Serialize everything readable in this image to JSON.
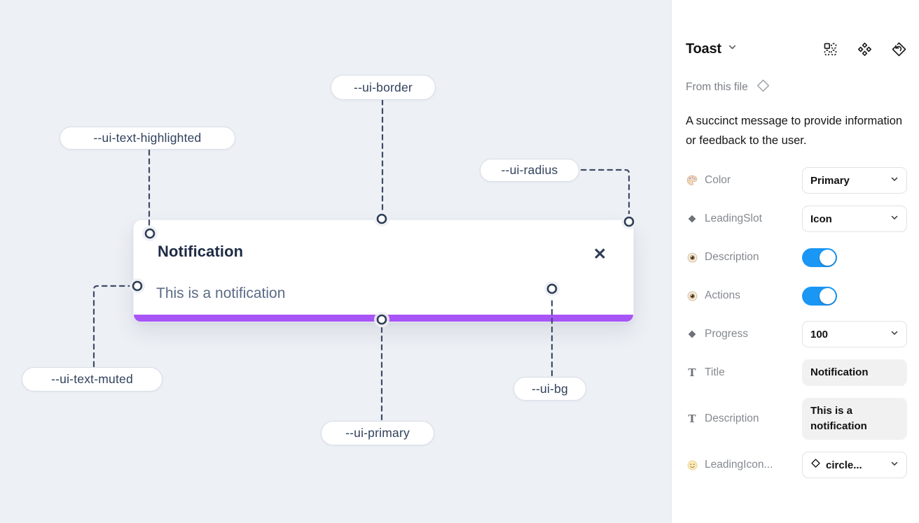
{
  "canvas": {
    "toast": {
      "title": "Notification",
      "description": "This is a notification",
      "close_icon": "✕"
    },
    "labels": [
      {
        "id": "ui-border",
        "text": "--ui-border"
      },
      {
        "id": "ui-text-highlighted",
        "text": "--ui-text-highlighted"
      },
      {
        "id": "ui-radius",
        "text": "--ui-radius"
      },
      {
        "id": "ui-text-muted",
        "text": "--ui-text-muted"
      },
      {
        "id": "ui-primary",
        "text": "--ui-primary"
      },
      {
        "id": "ui-bg",
        "text": "--ui-bg"
      }
    ],
    "colors": {
      "background": "#edf0f5",
      "primary_bar": "#a855f7",
      "annotation_line": "#3d4c66"
    }
  },
  "panel": {
    "title": "Toast",
    "source": "From this file",
    "description": "A succinct message to provide information or feedback to the user.",
    "properties": [
      {
        "label": "Color",
        "icon": "palette-icon",
        "control": "dropdown",
        "value": "Primary"
      },
      {
        "label": "LeadingSlot",
        "icon": "diamond-icon",
        "control": "dropdown",
        "value": "Icon"
      },
      {
        "label": "Description",
        "icon": "eye-icon",
        "control": "toggle",
        "value": true
      },
      {
        "label": "Actions",
        "icon": "eye-icon",
        "control": "toggle",
        "value": true
      },
      {
        "label": "Progress",
        "icon": "diamond-icon",
        "control": "dropdown",
        "value": "100"
      },
      {
        "label": "Title",
        "icon": "text-icon",
        "control": "text",
        "value": "Notification"
      },
      {
        "label": "Description",
        "icon": "text-icon",
        "control": "text",
        "value": "This is a notification"
      },
      {
        "label": "LeadingIcon...",
        "icon": "smiley-icon",
        "control": "icon-dropdown",
        "value": "circle..."
      }
    ],
    "colors": {
      "toggle_on": "#1a96f5"
    }
  }
}
